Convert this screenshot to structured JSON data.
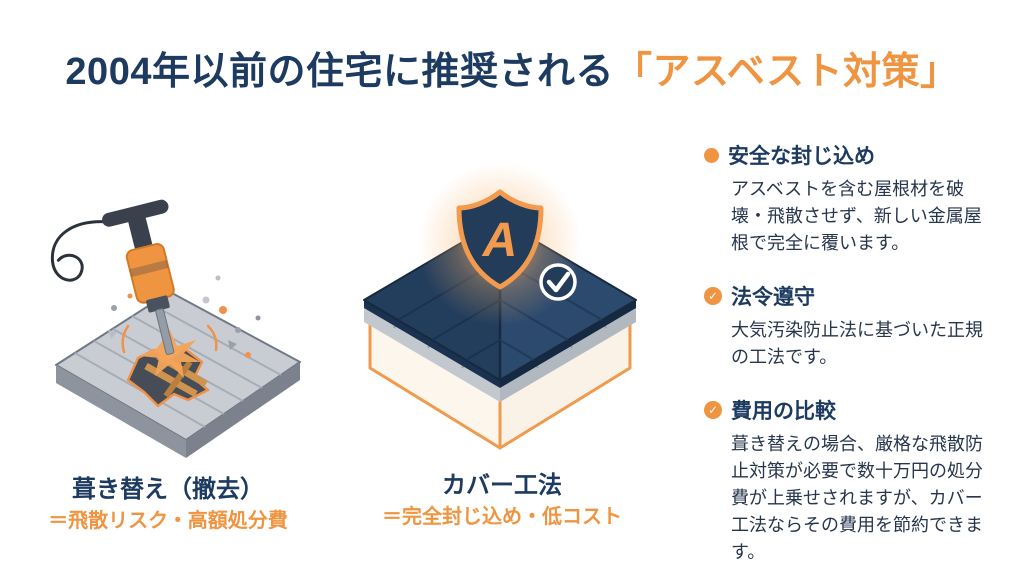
{
  "title": {
    "main": "2004年以前の住宅に推奨される",
    "highlight": "「アスベスト対策」"
  },
  "colors": {
    "navy": "#1d3b60",
    "orange": "#ef9440",
    "roof_navy": "#233e5d",
    "roof_gray": "#c7cbd1"
  },
  "figures": {
    "left": {
      "caption": "葺き替え（撤去）",
      "subcaption": "＝飛散リスク・高額処分費"
    },
    "center": {
      "caption": "カバー工法",
      "subcaption": "＝完全封じ込め・低コスト",
      "shield_letter": "A"
    }
  },
  "icons": {
    "check_glyph": "✓"
  },
  "points": [
    {
      "title": "安全な封じ込め",
      "body": "アスベストを含む屋根材を破壊・飛散させず、新しい金属屋根で完全に覆います。"
    },
    {
      "title": "法令遵守",
      "body": "大気汚染防止法に基づいた正規の工法です。"
    },
    {
      "title": "費用の比較",
      "body": "葺き替えの場合、厳格な飛散防止対策が必要で数十万円の処分費が上乗せされますが、カバー工法ならその費用を節約できます。"
    }
  ]
}
